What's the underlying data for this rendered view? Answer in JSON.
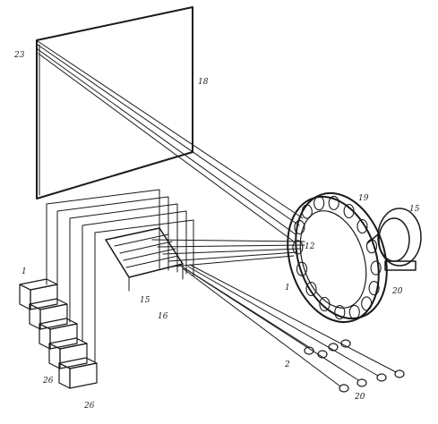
{
  "figure": {
    "labels": {
      "screen_corner": "23",
      "screen": "18",
      "wheel_top": "19",
      "motor": "15",
      "wheel_center": "12",
      "wheel_left": "1",
      "wheel_bottom": "20",
      "mirror_block_a": "15",
      "mirror_block_b": "16",
      "lamps_top": "2",
      "lamps_bottom": "20",
      "cells_top": "1",
      "cells_mid": "26",
      "cells_bottom": "26"
    }
  }
}
